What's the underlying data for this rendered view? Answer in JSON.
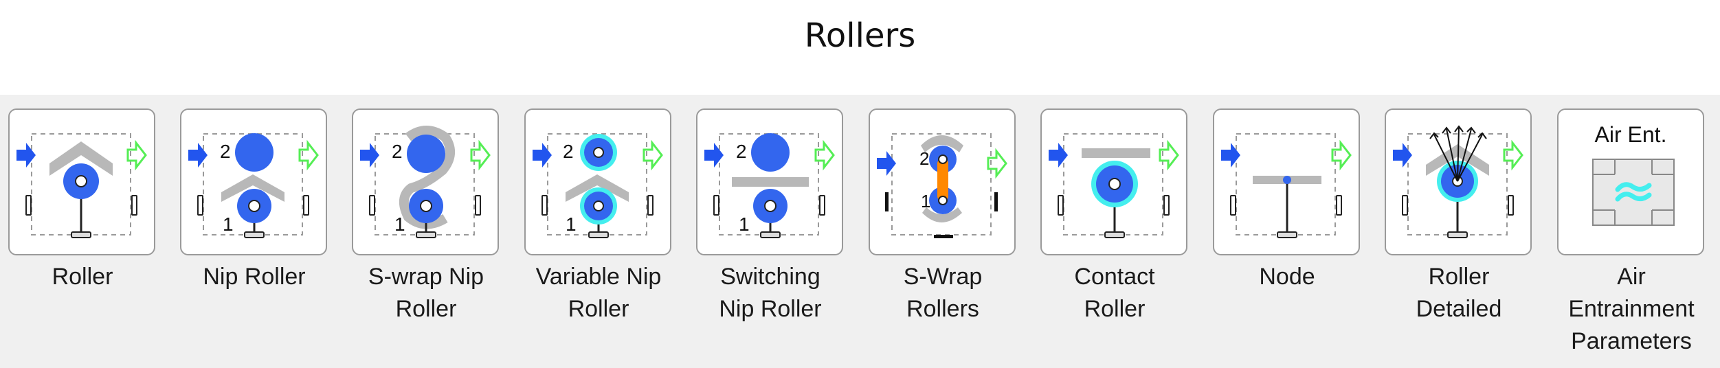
{
  "window": {
    "title": "Rollers"
  },
  "blocks": [
    {
      "id": "roller",
      "label": "Roller",
      "icon": "roller-icon"
    },
    {
      "id": "nip",
      "label": "Nip Roller",
      "icon": "nip-roller-icon",
      "top_num": "2",
      "bottom_num": "1"
    },
    {
      "id": "swrap-nip",
      "label": "S-wrap Nip\nRoller",
      "icon": "s-wrap-nip-roller-icon",
      "top_num": "2",
      "bottom_num": "1"
    },
    {
      "id": "variable-nip",
      "label": "Variable Nip\nRoller",
      "icon": "variable-nip-roller-icon",
      "top_num": "2",
      "bottom_num": "1"
    },
    {
      "id": "switching-nip",
      "label": "Switching\nNip Roller",
      "icon": "switching-nip-roller-icon",
      "top_num": "2",
      "bottom_num": "1"
    },
    {
      "id": "swrap-rollers",
      "label": "S-Wrap\nRollers",
      "icon": "s-wrap-rollers-icon",
      "top_num": "2",
      "bottom_num": "1"
    },
    {
      "id": "contact",
      "label": "Contact\nRoller",
      "icon": "contact-roller-icon"
    },
    {
      "id": "node",
      "label": "Node",
      "icon": "node-icon"
    },
    {
      "id": "roller-detailed",
      "label": "Roller\nDetailed",
      "icon": "roller-detailed-icon"
    },
    {
      "id": "air-entrainment",
      "label": "Air\nEntrainment\nParameters",
      "icon": "air-entrainment-icon",
      "tile_text": "Air Ent."
    }
  ],
  "colors": {
    "roller_blue": "#3366ee",
    "port_in_blue": "#2255ee",
    "port_out_green": "#55ee55",
    "cyan_glow": "#44eeee",
    "guide_gray": "#b8b8b8",
    "strap_orange": "#ff8800"
  }
}
